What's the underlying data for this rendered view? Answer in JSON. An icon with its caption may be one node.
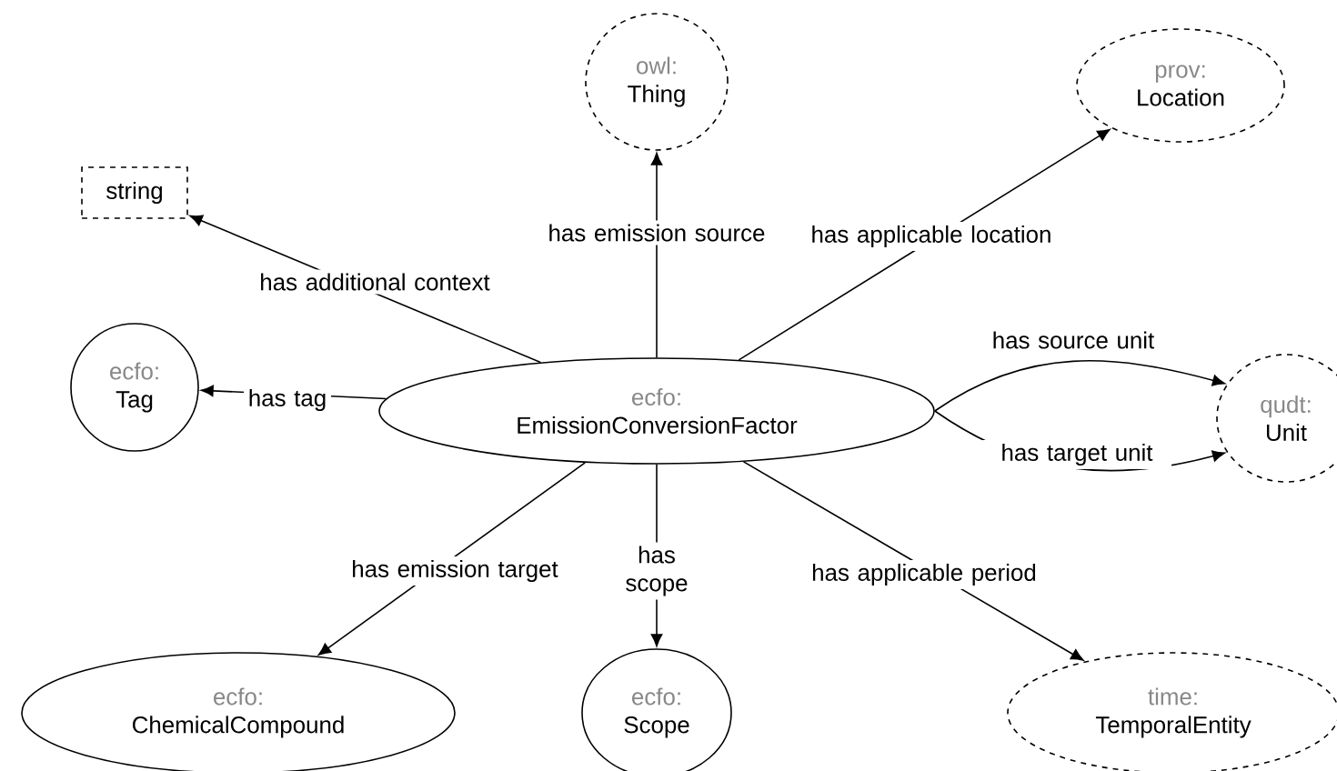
{
  "diagram": {
    "nodes": [
      {
        "text": [
          "owl:",
          "Thing"
        ]
      },
      {
        "text": [
          "prov:",
          "Location"
        ]
      },
      {
        "text": [
          "string"
        ]
      },
      {
        "text": [
          "ecfo:",
          "Tag"
        ]
      },
      {
        "text": [
          "ecfo:",
          "EmissionConversionFactor"
        ]
      },
      {
        "text": [
          "qudt:",
          "Unit"
        ]
      },
      {
        "text": [
          "ecfo:",
          "ChemicalCompound"
        ]
      },
      {
        "text": [
          "ecfo:",
          "Scope"
        ]
      },
      {
        "text": [
          "time:",
          "TemporalEntity"
        ]
      }
    ],
    "edges": [
      {
        "from": 4,
        "to": 0,
        "arrow": "to",
        "label": "has emission source"
      },
      {
        "from": 4,
        "to": 1,
        "arrow": "to",
        "label": "has applicable location"
      },
      {
        "from": 4,
        "to": 2,
        "arrow": "to",
        "label": "has additional context"
      },
      {
        "from": 4,
        "to": 3,
        "arrow": "to",
        "label": "has tag"
      },
      {
        "from": 4,
        "to": 5,
        "arrow": "to",
        "label": "has source unit"
      },
      {
        "from": 4,
        "to": 5,
        "arrow": "to",
        "label": "has target unit"
      },
      {
        "from": 4,
        "to": 6,
        "arrow": "to",
        "label": "has emission target"
      },
      {
        "from": 4,
        "to": 7,
        "arrow": "to",
        "label": "has scope"
      },
      {
        "from": 4,
        "to": 8,
        "arrow": "to",
        "label": "has applicable period"
      }
    ]
  }
}
